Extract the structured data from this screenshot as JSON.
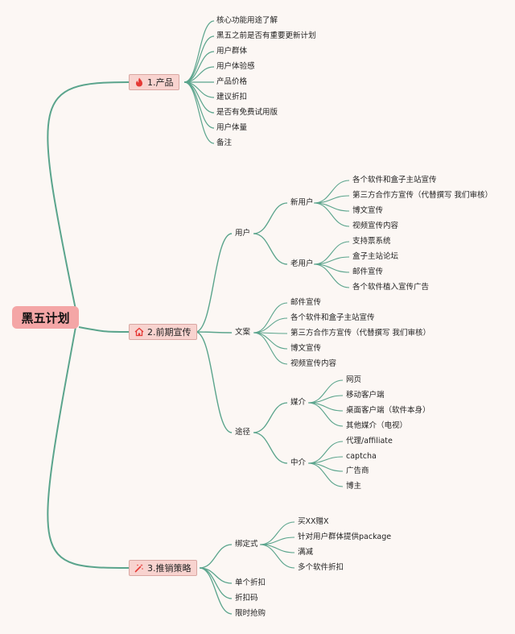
{
  "root": {
    "label": "黑五计划"
  },
  "branches": [
    {
      "id": "product",
      "label": "1.产品",
      "icon": "flame-icon",
      "icon_color": "#e53935",
      "children": [
        {
          "label": "核心功能用途了解"
        },
        {
          "label": "黑五之前是否有重要更新计划"
        },
        {
          "label": "用户群体"
        },
        {
          "label": "用户体验感"
        },
        {
          "label": "产品价格"
        },
        {
          "label": "建议折扣"
        },
        {
          "label": "是否有免费试用版"
        },
        {
          "label": "用户体量"
        },
        {
          "label": "备注"
        }
      ]
    },
    {
      "id": "promo",
      "label": "2.前期宣传",
      "icon": "house-icon",
      "icon_color": "#e53935",
      "children": [
        {
          "label": "用户",
          "children": [
            {
              "label": "新用户",
              "children": [
                {
                  "label": "各个软件和盒子主站宣传"
                },
                {
                  "label": "第三方合作方宣传（代替撰写 我们审核）"
                },
                {
                  "label": "博文宣传"
                },
                {
                  "label": "视频宣传内容"
                }
              ]
            },
            {
              "label": "老用户",
              "children": [
                {
                  "label": "支持票系统"
                },
                {
                  "label": "盒子主站论坛"
                },
                {
                  "label": "邮件宣传"
                },
                {
                  "label": "各个软件植入宣传广告"
                }
              ]
            }
          ]
        },
        {
          "label": "文案",
          "children": [
            {
              "label": "邮件宣传"
            },
            {
              "label": "各个软件和盒子主站宣传"
            },
            {
              "label": "第三方合作方宣传（代替撰写 我们审核）"
            },
            {
              "label": "博文宣传"
            },
            {
              "label": "视频宣传内容"
            }
          ]
        },
        {
          "label": "途径",
          "children": [
            {
              "label": "媒介",
              "children": [
                {
                  "label": "网页"
                },
                {
                  "label": "移动客户端"
                },
                {
                  "label": "桌面客户端（软件本身）"
                },
                {
                  "label": "其他媒介（电视）"
                }
              ]
            },
            {
              "label": "中介",
              "children": [
                {
                  "label": "代理/affiliate"
                },
                {
                  "label": "captcha"
                },
                {
                  "label": "广告商"
                },
                {
                  "label": "博主"
                }
              ]
            }
          ]
        }
      ]
    },
    {
      "id": "sales",
      "label": "3.推销策略",
      "icon": "magic-wand-icon",
      "icon_color": "#e53935",
      "children": [
        {
          "label": "绑定式",
          "children": [
            {
              "label": "买XX赠X"
            },
            {
              "label": "针对用户群体提供package"
            },
            {
              "label": "满减"
            },
            {
              "label": "多个软件折扣"
            }
          ]
        },
        {
          "label": "单个折扣"
        },
        {
          "label": "折扣码"
        },
        {
          "label": "限时抢购"
        }
      ]
    }
  ],
  "colors": {
    "root_bg": "#f4a6a6",
    "branch_bg": "#f8d3cf",
    "link": "#5aa48c",
    "background": "#fcf7f4"
  }
}
